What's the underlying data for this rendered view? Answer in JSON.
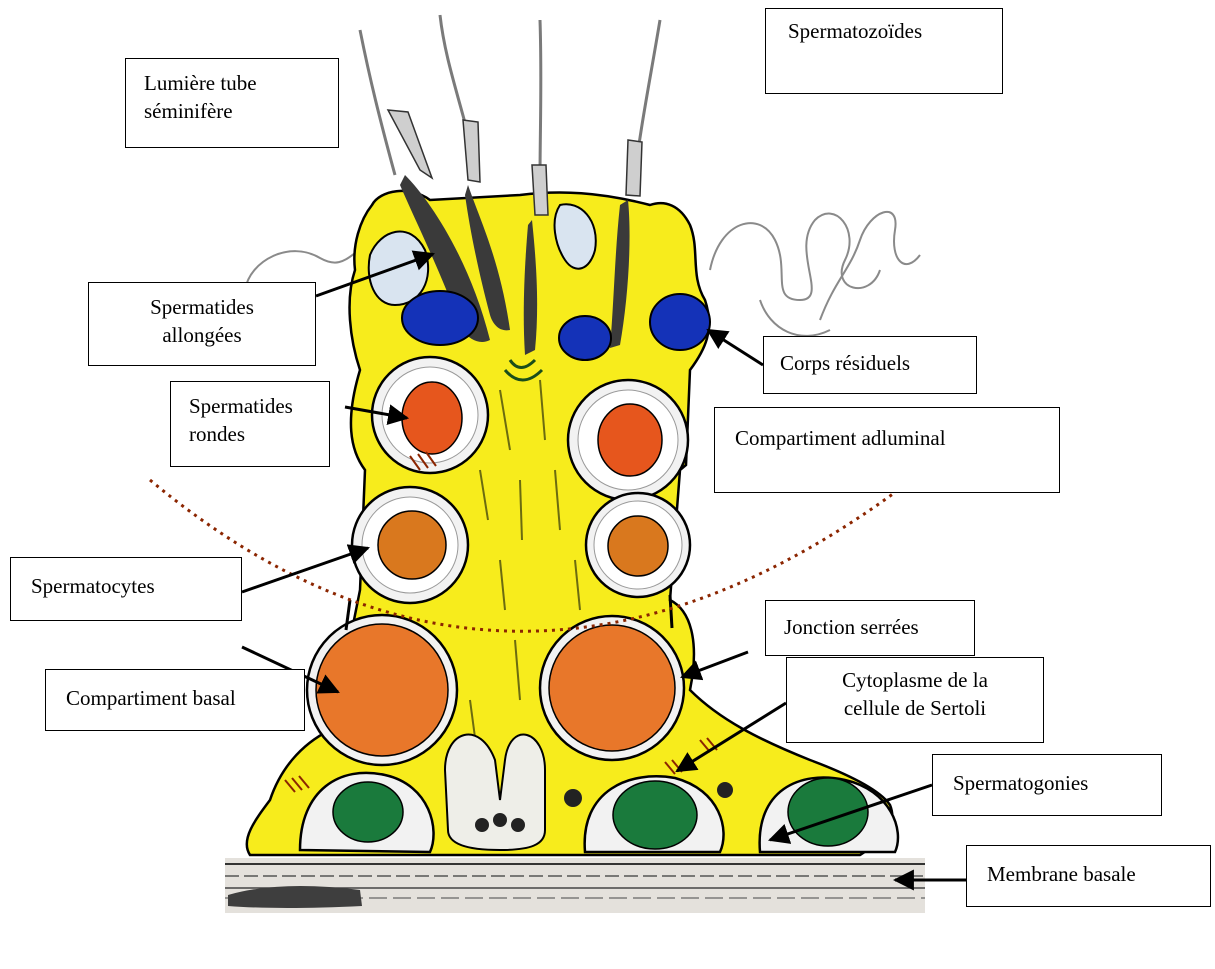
{
  "labels": {
    "spermatozoides": "Spermatozoïdes",
    "lumiere_line1": "Lumière tube",
    "lumiere_line2": "séminifère",
    "allongees_line1": "Spermatides",
    "allongees_line2": "allongées",
    "residuels": "Corps résiduels",
    "rondes_line1": "Spermatides",
    "rondes_line2": "rondes",
    "adluminal": "Compartiment adluminal",
    "spermatocytes": "Spermatocytes",
    "jonction": "Jonction serrées",
    "basal": "Compartiment basal",
    "cytoplasme_line1": "Cytoplasme de la",
    "cytoplasme_line2": "cellule de Sertoli",
    "spermatogonies": "Spermatogonies",
    "membrane": "Membrane basale"
  },
  "colors": {
    "sertoli_cytoplasm": "#f7ec1c",
    "round_spermatid_nucleus": "#e6561d",
    "spermatocyte_nucleus": "#d9781e",
    "residual_body": "#1432b8",
    "spermatogonia_nucleus": "#1a7a3c",
    "spermatid_head": "#3a3a3a",
    "barrier_dots": "#8b2500",
    "outline": "#000000"
  }
}
